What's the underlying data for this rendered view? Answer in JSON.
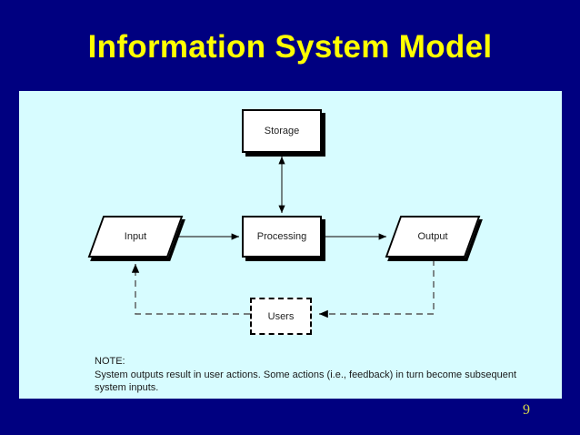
{
  "slide": {
    "title": "Information System Model",
    "page_number": "9",
    "colors": {
      "background": "#000080",
      "title_text": "#ffff00",
      "panel_background": "#d7fcff",
      "node_fill": "#ffffff",
      "node_stroke": "#000000",
      "page_number_text": "#d8d84a"
    }
  },
  "diagram": {
    "nodes": [
      {
        "id": "storage",
        "label": "Storage",
        "shape": "rectangle",
        "style": "solid-shadow"
      },
      {
        "id": "input",
        "label": "Input",
        "shape": "parallelogram",
        "style": "solid-shadow"
      },
      {
        "id": "processing",
        "label": "Processing",
        "shape": "rectangle",
        "style": "solid-shadow"
      },
      {
        "id": "output",
        "label": "Output",
        "shape": "parallelogram",
        "style": "solid-shadow"
      },
      {
        "id": "users",
        "label": "Users",
        "shape": "rectangle",
        "style": "dashed"
      }
    ],
    "edges": [
      {
        "from": "input",
        "to": "processing",
        "style": "solid",
        "arrow": "end"
      },
      {
        "from": "processing",
        "to": "output",
        "style": "solid",
        "arrow": "end"
      },
      {
        "from": "processing",
        "to": "storage",
        "style": "solid",
        "arrow": "both"
      },
      {
        "from": "output",
        "to": "users",
        "style": "dashed",
        "arrow": "end"
      },
      {
        "from": "users",
        "to": "input",
        "style": "dashed",
        "arrow": "end"
      }
    ]
  },
  "note": {
    "label": "NOTE:",
    "body": "System outputs result in user actions.  Some actions (i.e., feedback) in turn become subsequent system inputs."
  }
}
